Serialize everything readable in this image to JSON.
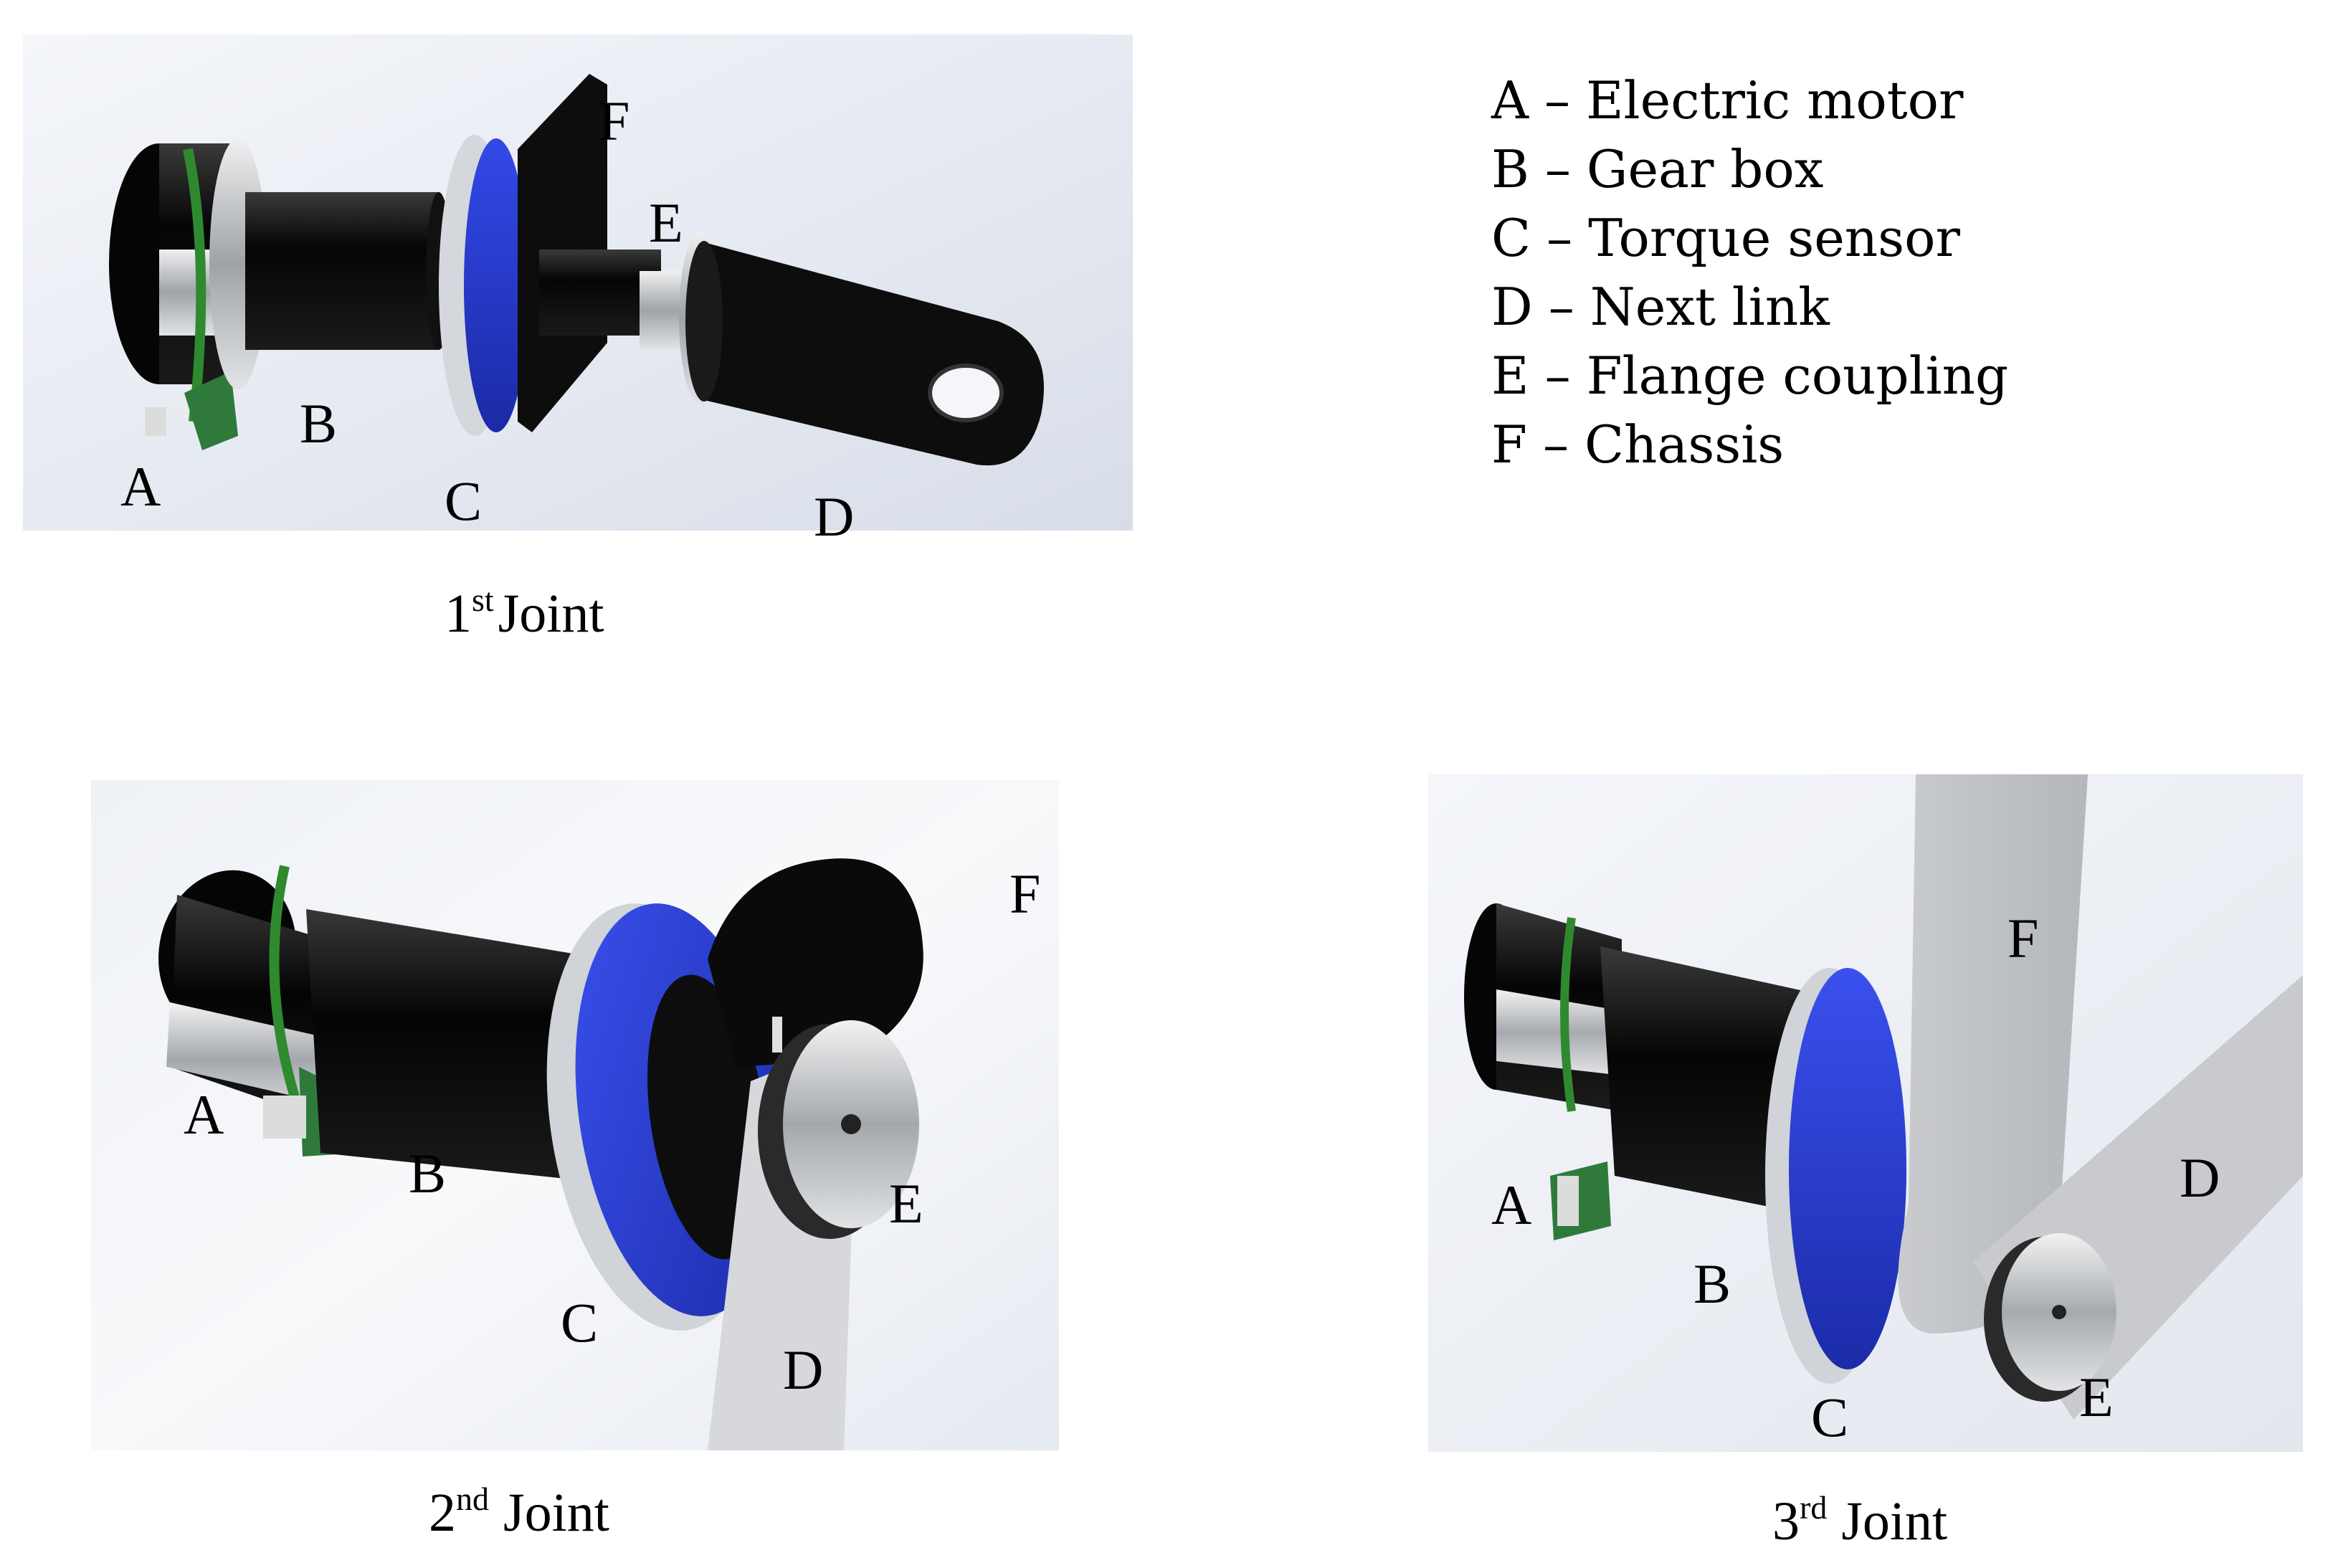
{
  "legend": {
    "items": [
      {
        "letter": "A",
        "text": "Electric motor"
      },
      {
        "letter": "B",
        "text": "Gear box"
      },
      {
        "letter": "C",
        "text": "Torque sensor"
      },
      {
        "letter": "D",
        "text": "Next link"
      },
      {
        "letter": "E",
        "text": "Flange coupling"
      },
      {
        "letter": "F",
        "text": "Chassis"
      }
    ],
    "dash": "–"
  },
  "joints": [
    {
      "number": "1",
      "suffix": "st",
      "word": "Joint"
    },
    {
      "number": "2",
      "suffix": "nd",
      "word": "Joint"
    },
    {
      "number": "3",
      "suffix": "rd",
      "word": "Joint"
    }
  ],
  "labels": {
    "A": "A",
    "B": "B",
    "C": "C",
    "D": "D",
    "E": "E",
    "F": "F"
  },
  "colors": {
    "blue": "#2a3fd6",
    "green": "#2f8a2f",
    "black": "#0c0c0c",
    "silver": "#c9ccd0",
    "background": "#e3e8f0"
  }
}
